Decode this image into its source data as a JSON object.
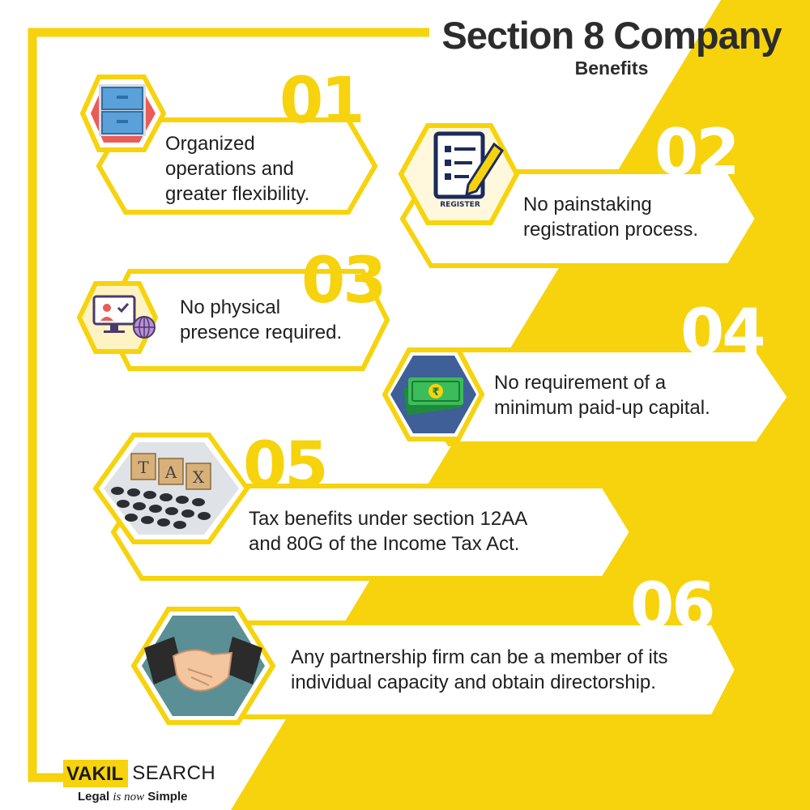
{
  "header": {
    "title": "Section 8 Company",
    "subtitle": "Benefits"
  },
  "colors": {
    "accent": "#f6d30c",
    "text": "#1f1f1f",
    "title": "#2c2c2c",
    "background": "#ffffff"
  },
  "items": [
    {
      "number": "01",
      "text_lines": [
        "Organized",
        "operations and",
        "greater flexibility."
      ],
      "icon": "file-cabinet-icon"
    },
    {
      "number": "02",
      "text_lines": [
        "No painstaking",
        "registration process."
      ],
      "icon": "register-document-icon",
      "icon_label": "REGISTER"
    },
    {
      "number": "03",
      "text_lines": [
        "No physical",
        "presence required."
      ],
      "icon": "online-verification-icon"
    },
    {
      "number": "04",
      "text_lines": [
        "No requirement of a",
        "minimum paid-up capital."
      ],
      "icon": "rupee-banknote-icon",
      "icon_label": "₹"
    },
    {
      "number": "05",
      "text_lines": [
        "Tax benefits under section 12AA",
        "and 80G of the Income Tax Act."
      ],
      "icon": "tax-calculator-icon",
      "icon_label": "TAX"
    },
    {
      "number": "06",
      "text_lines": [
        "Any partnership firm can be a member of its",
        "individual capacity and obtain directorship."
      ],
      "icon": "handshake-icon"
    }
  ],
  "brand": {
    "name_part1": "VAKIL",
    "name_part2": "SEARCH",
    "tagline_part1": "Legal",
    "tagline_part2": "is now",
    "tagline_part3": "Simple"
  }
}
